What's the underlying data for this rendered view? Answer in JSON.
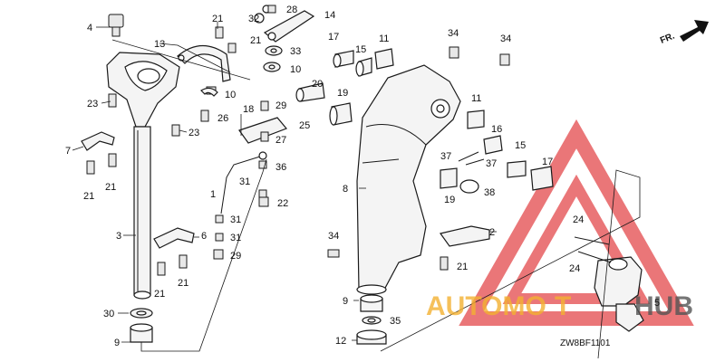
{
  "diagram": {
    "code": "ZW8BF1101",
    "fr_label": "FR.",
    "labels": [
      {
        "id": "l4",
        "text": "4"
      },
      {
        "id": "l21a",
        "text": "21"
      },
      {
        "id": "l28",
        "text": "28"
      },
      {
        "id": "l32",
        "text": "32"
      },
      {
        "id": "l14",
        "text": "14"
      },
      {
        "id": "l13",
        "text": "13"
      },
      {
        "id": "l21b",
        "text": "21"
      },
      {
        "id": "l33",
        "text": "33"
      },
      {
        "id": "l10a",
        "text": "10"
      },
      {
        "id": "l17a",
        "text": "17"
      },
      {
        "id": "l15a",
        "text": "15"
      },
      {
        "id": "l11a",
        "text": "11"
      },
      {
        "id": "l34a",
        "text": "34"
      },
      {
        "id": "l34b",
        "text": "34"
      },
      {
        "id": "l20",
        "text": "20"
      },
      {
        "id": "l19a",
        "text": "19"
      },
      {
        "id": "l11b",
        "text": "11"
      },
      {
        "id": "l10b",
        "text": "10"
      },
      {
        "id": "l23a",
        "text": "23"
      },
      {
        "id": "l26",
        "text": "26"
      },
      {
        "id": "l18",
        "text": "18"
      },
      {
        "id": "l29a",
        "text": "29"
      },
      {
        "id": "l25",
        "text": "25"
      },
      {
        "id": "l16",
        "text": "16"
      },
      {
        "id": "l23b",
        "text": "23"
      },
      {
        "id": "l27",
        "text": "27"
      },
      {
        "id": "l7",
        "text": "7"
      },
      {
        "id": "l37a",
        "text": "37"
      },
      {
        "id": "l37b",
        "text": "37"
      },
      {
        "id": "l15b",
        "text": "15"
      },
      {
        "id": "l17b",
        "text": "17"
      },
      {
        "id": "l36",
        "text": "36"
      },
      {
        "id": "l21c",
        "text": "21"
      },
      {
        "id": "l21d",
        "text": "21"
      },
      {
        "id": "l31a",
        "text": "31"
      },
      {
        "id": "l1",
        "text": "1"
      },
      {
        "id": "l22",
        "text": "22"
      },
      {
        "id": "l8",
        "text": "8"
      },
      {
        "id": "l19b",
        "text": "19"
      },
      {
        "id": "l38",
        "text": "38"
      },
      {
        "id": "l31b",
        "text": "31"
      },
      {
        "id": "l24a",
        "text": "24"
      },
      {
        "id": "l3",
        "text": "3"
      },
      {
        "id": "l6",
        "text": "6"
      },
      {
        "id": "l31c",
        "text": "31"
      },
      {
        "id": "l2",
        "text": "2"
      },
      {
        "id": "l34c",
        "text": "34"
      },
      {
        "id": "l29b",
        "text": "29"
      },
      {
        "id": "l21e",
        "text": "21"
      },
      {
        "id": "l24b",
        "text": "24"
      },
      {
        "id": "l21f",
        "text": "21"
      },
      {
        "id": "l21g",
        "text": "21"
      },
      {
        "id": "l9a",
        "text": "9"
      },
      {
        "id": "l5",
        "text": "5"
      },
      {
        "id": "l30",
        "text": "30"
      },
      {
        "id": "l35",
        "text": "35"
      },
      {
        "id": "l9b",
        "text": "9"
      },
      {
        "id": "l12",
        "text": "12"
      }
    ]
  },
  "watermark": {
    "text_a": "AUTOMO",
    "text_b": "T",
    "text_c": "HUB",
    "color_orange": "#f3b132",
    "color_red": "#e4494b",
    "color_gray": "#555555"
  }
}
